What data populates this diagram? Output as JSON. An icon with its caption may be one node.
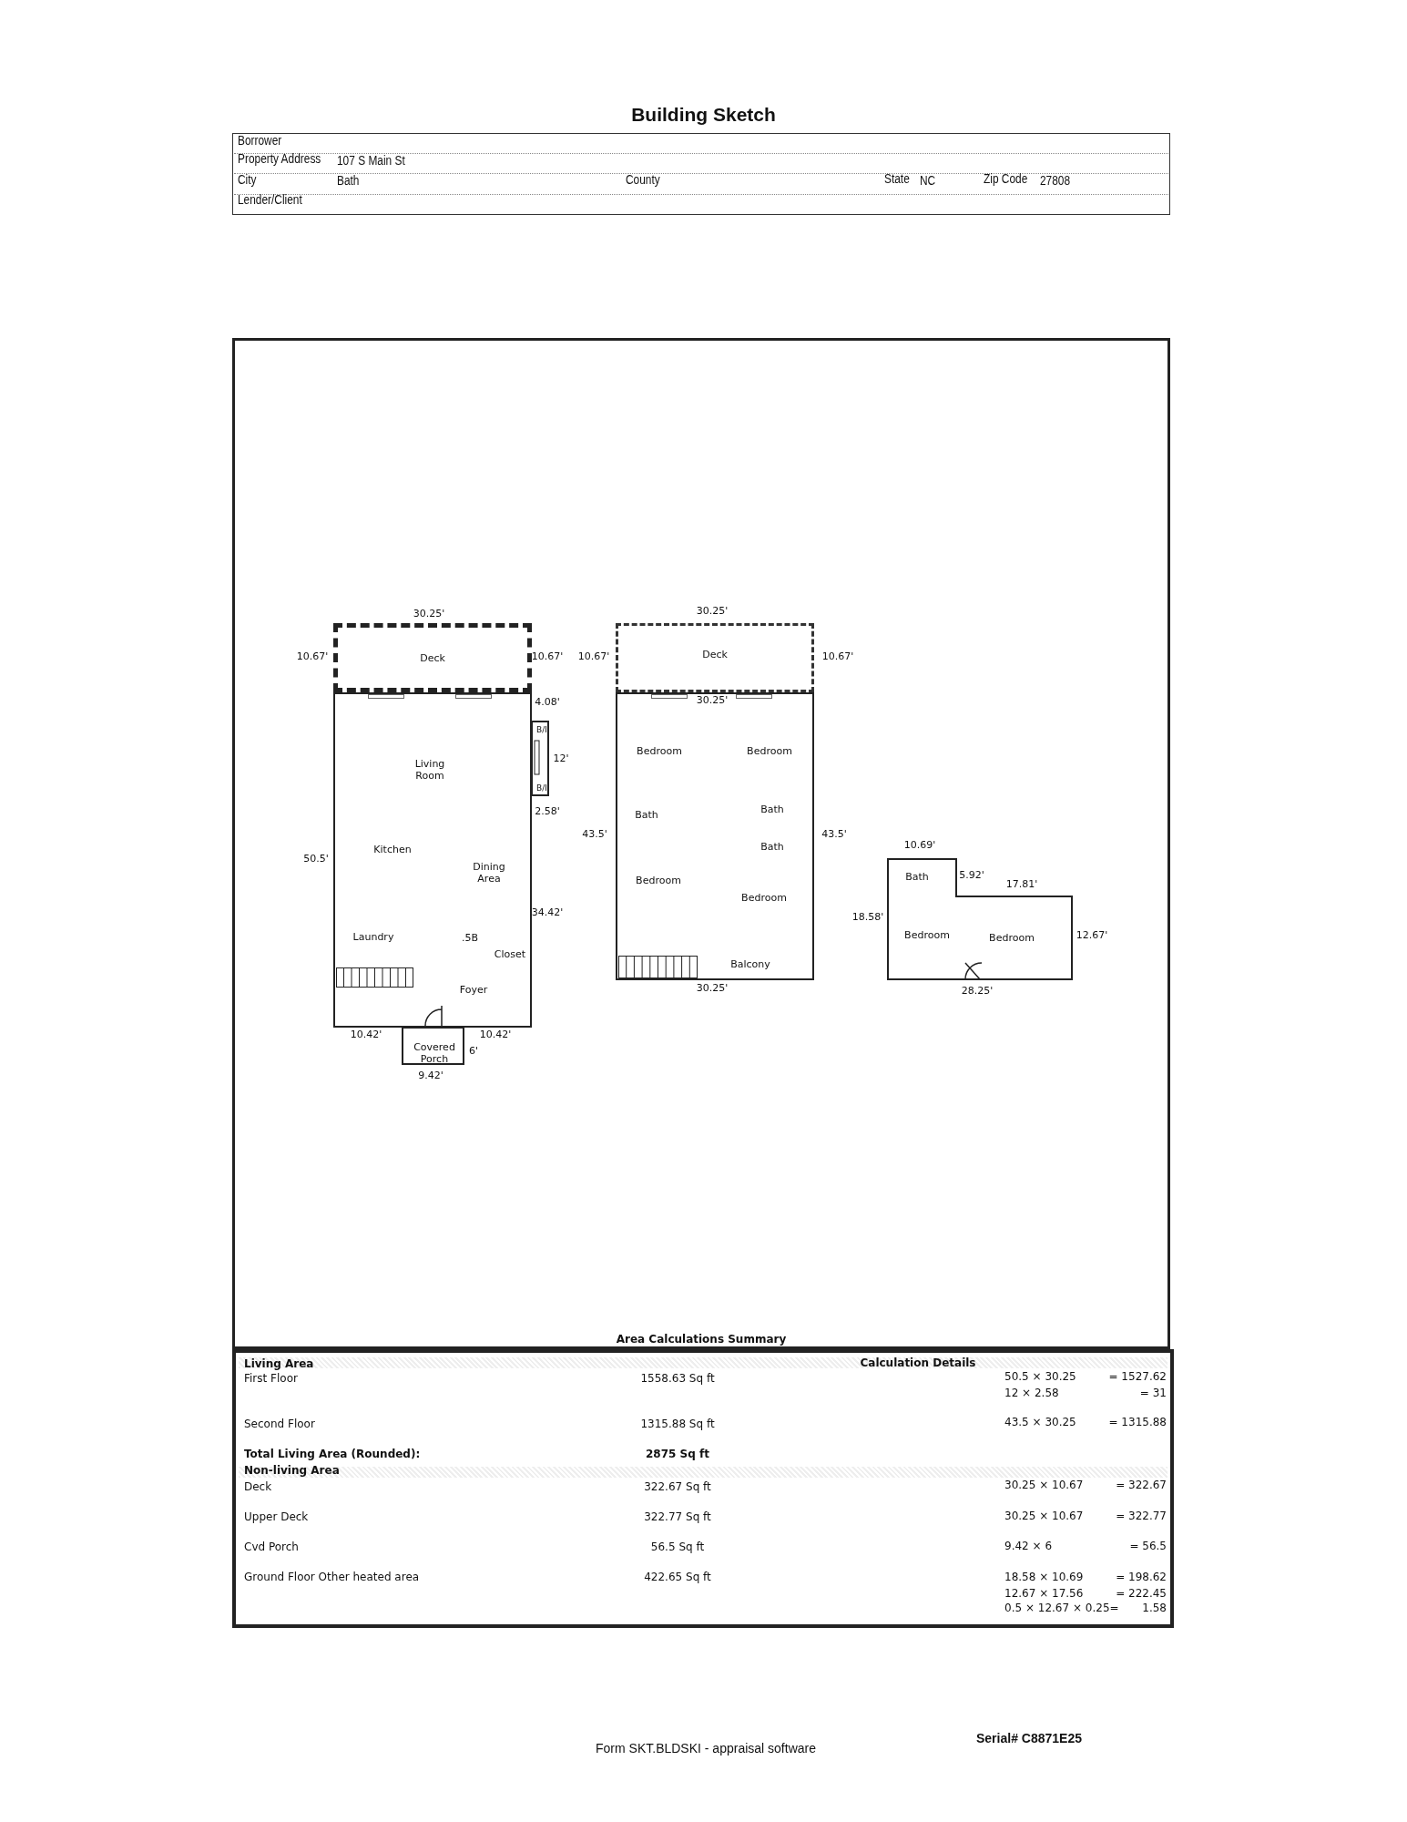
{
  "diagram": {
    "title": "Building Sketch",
    "nodes": [
      {
        "text": [
          "Deck"
        ]
      },
      {
        "text": [
          "Living Room",
          "Kitchen",
          "Dining Area",
          "Laundry",
          ".5B",
          "Closet",
          "Foyer"
        ]
      },
      {
        "text": [
          "B/I",
          "B/I"
        ]
      },
      {
        "text": [
          "Covered Porch"
        ]
      },
      {
        "text": [
          "Deck"
        ]
      },
      {
        "text": [
          "Bedroom",
          "Bedroom",
          "Bath",
          "Bath",
          "Bath",
          "Bedroom",
          "Bedroom",
          "Balcony"
        ]
      },
      {
        "text": [
          "Bath",
          "Bedroom",
          "Bedroom"
        ]
      }
    ],
    "labels": [
      "Borrower",
      "Property Address",
      "107 S Main St",
      "City",
      "Bath",
      "County",
      "State",
      "NC",
      "Zip Code",
      "27808",
      "Lender/Client",
      "30.25'",
      "10.67'",
      "10.67'",
      "4.08'",
      "12'",
      "2.58'",
      "50.5'",
      "34.42'",
      "10.42'",
      "10.42'",
      "6'",
      "9.42'",
      "30.25'",
      "10.67'",
      "10.67'",
      "30.25'",
      "43.5'",
      "43.5'",
      "30.25'",
      "10.69'",
      "5.92'",
      "17.81'",
      "18.58'",
      "12.67'",
      "28.25'",
      "Area Calculations Summary",
      "Living Area",
      "Calculation Details",
      "First Floor",
      "1558.63 Sq ft",
      "50.5 × 30.25",
      "= 1527.62",
      "12 × 2.58",
      "= 31",
      "Second Floor",
      "1315.88 Sq ft",
      "43.5 × 30.25",
      "= 1315.88",
      "Total Living Area (Rounded):",
      "2875 Sq ft",
      "Non-living Area",
      "Deck",
      "322.67 Sq ft",
      "30.25 × 10.67",
      "= 322.67",
      "Upper Deck",
      "322.77 Sq ft",
      "30.25 × 10.67",
      "= 322.77",
      "Cvd Porch",
      "56.5 Sq ft",
      "9.42 × 6",
      "= 56.5",
      "Ground Floor Other heated area",
      "422.65 Sq ft",
      "18.58 × 10.69",
      "= 198.62",
      "12.67 × 17.56",
      "= 222.45",
      "0.5 × 12.67 × 0.25=",
      "1.58",
      "Form SKT.BLDSKI - appraisal software",
      "Serial# C8871E25"
    ]
  }
}
